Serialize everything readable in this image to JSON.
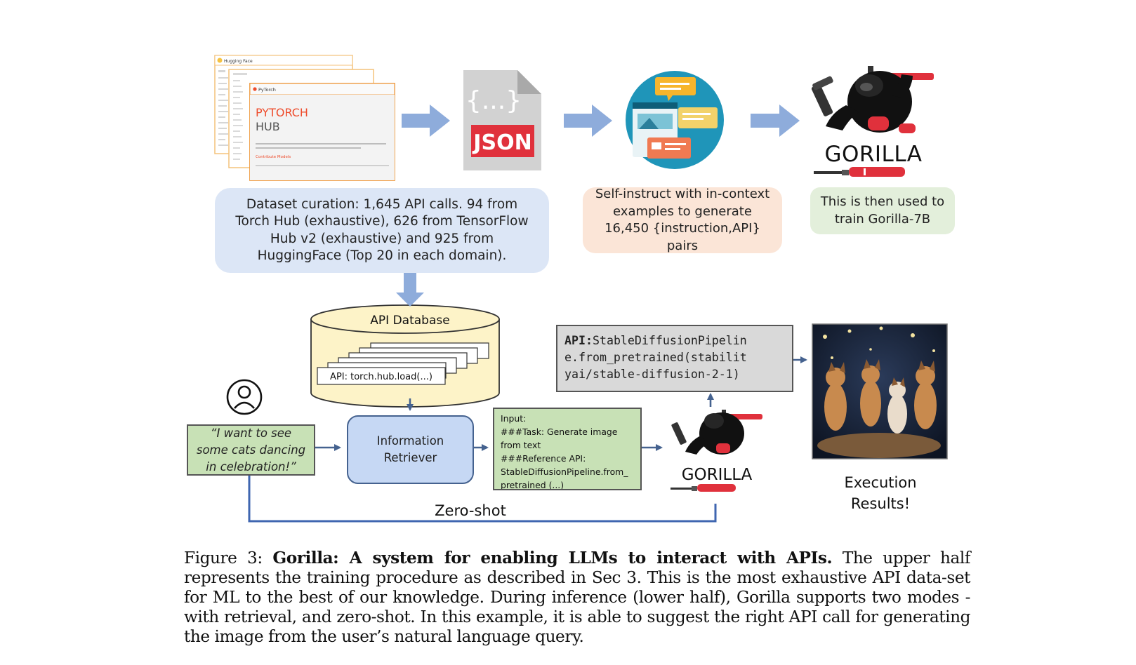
{
  "pytorch_card": {
    "brand": "PyTorch",
    "title_line1": "PYTORCH",
    "title_line2": "HUB",
    "small_link": "Contribute Models",
    "site_logo": "Hugging Face"
  },
  "json_icon": {
    "braces": "{...}",
    "label": "JSON"
  },
  "boxes": {
    "dataset": "Dataset curation: 1,645 API calls. 94 from Torch Hub (exhaustive), 626 from TensorFlow Hub v2 (exhaustive) and 925 from HuggingFace (Top 20 in each domain).",
    "self_instruct": "Self-instruct with in-context examples to generate 16,450 {instruction,API} pairs",
    "train": "This is then used to train Gorilla-7B",
    "db_label": "API Database",
    "db_card": "API: torch.hub.load(...)",
    "query": "“I want to see some cats dancing in celebration!”",
    "retriever": "Information Retriever",
    "input_lines": [
      "Input:",
      "###Task: Generate image",
      "from text",
      "###Reference API:",
      "StableDiffusionPipeline.from_",
      "pretrained (...)"
    ],
    "api_key": "API:",
    "api_lines": [
      "StableDiffusionPipelin",
      "e.from_pretrained(stabilit",
      "yai/stable-diffusion-2-1)"
    ],
    "zero_shot": "Zero-shot",
    "gorilla_top": "GORILLA",
    "gorilla_bottom": "GORILLA",
    "results_line1": "Execution",
    "results_line2": "Results!"
  },
  "caption": {
    "label": "Figure 3:",
    "title": "Gorilla: A system for enabling LLMs to interact with APIs.",
    "body": "The upper half represents the training procedure as described in Sec 3. This is the most exhaustive API data-set for ML to the best of our knowledge. During inference (lower half), Gorilla supports two modes - with retrieval, and zero-shot. In this example, it is able to suggest the right API call for generating the image from the user’s natural language query."
  },
  "colors": {
    "arrow": "#8eacdb",
    "blue_box": "#dce6f6",
    "peach_box": "#fbe5d7",
    "green_box": "#e3efdb",
    "db_fill": "#fdf3c8",
    "query_fill": "#c8e1b6",
    "retriever_fill": "#c6d8f4",
    "api_fill": "#d9d9d9",
    "line_blue": "#3f66b0",
    "json_red": "#e0313c",
    "circle_teal": "#1f95b9"
  },
  "icons": [
    "pytorch-hub-screenshot",
    "json-file-icon",
    "chat-windows-icon",
    "gorilla-logo",
    "user-icon",
    "dancing-cats-image"
  ]
}
